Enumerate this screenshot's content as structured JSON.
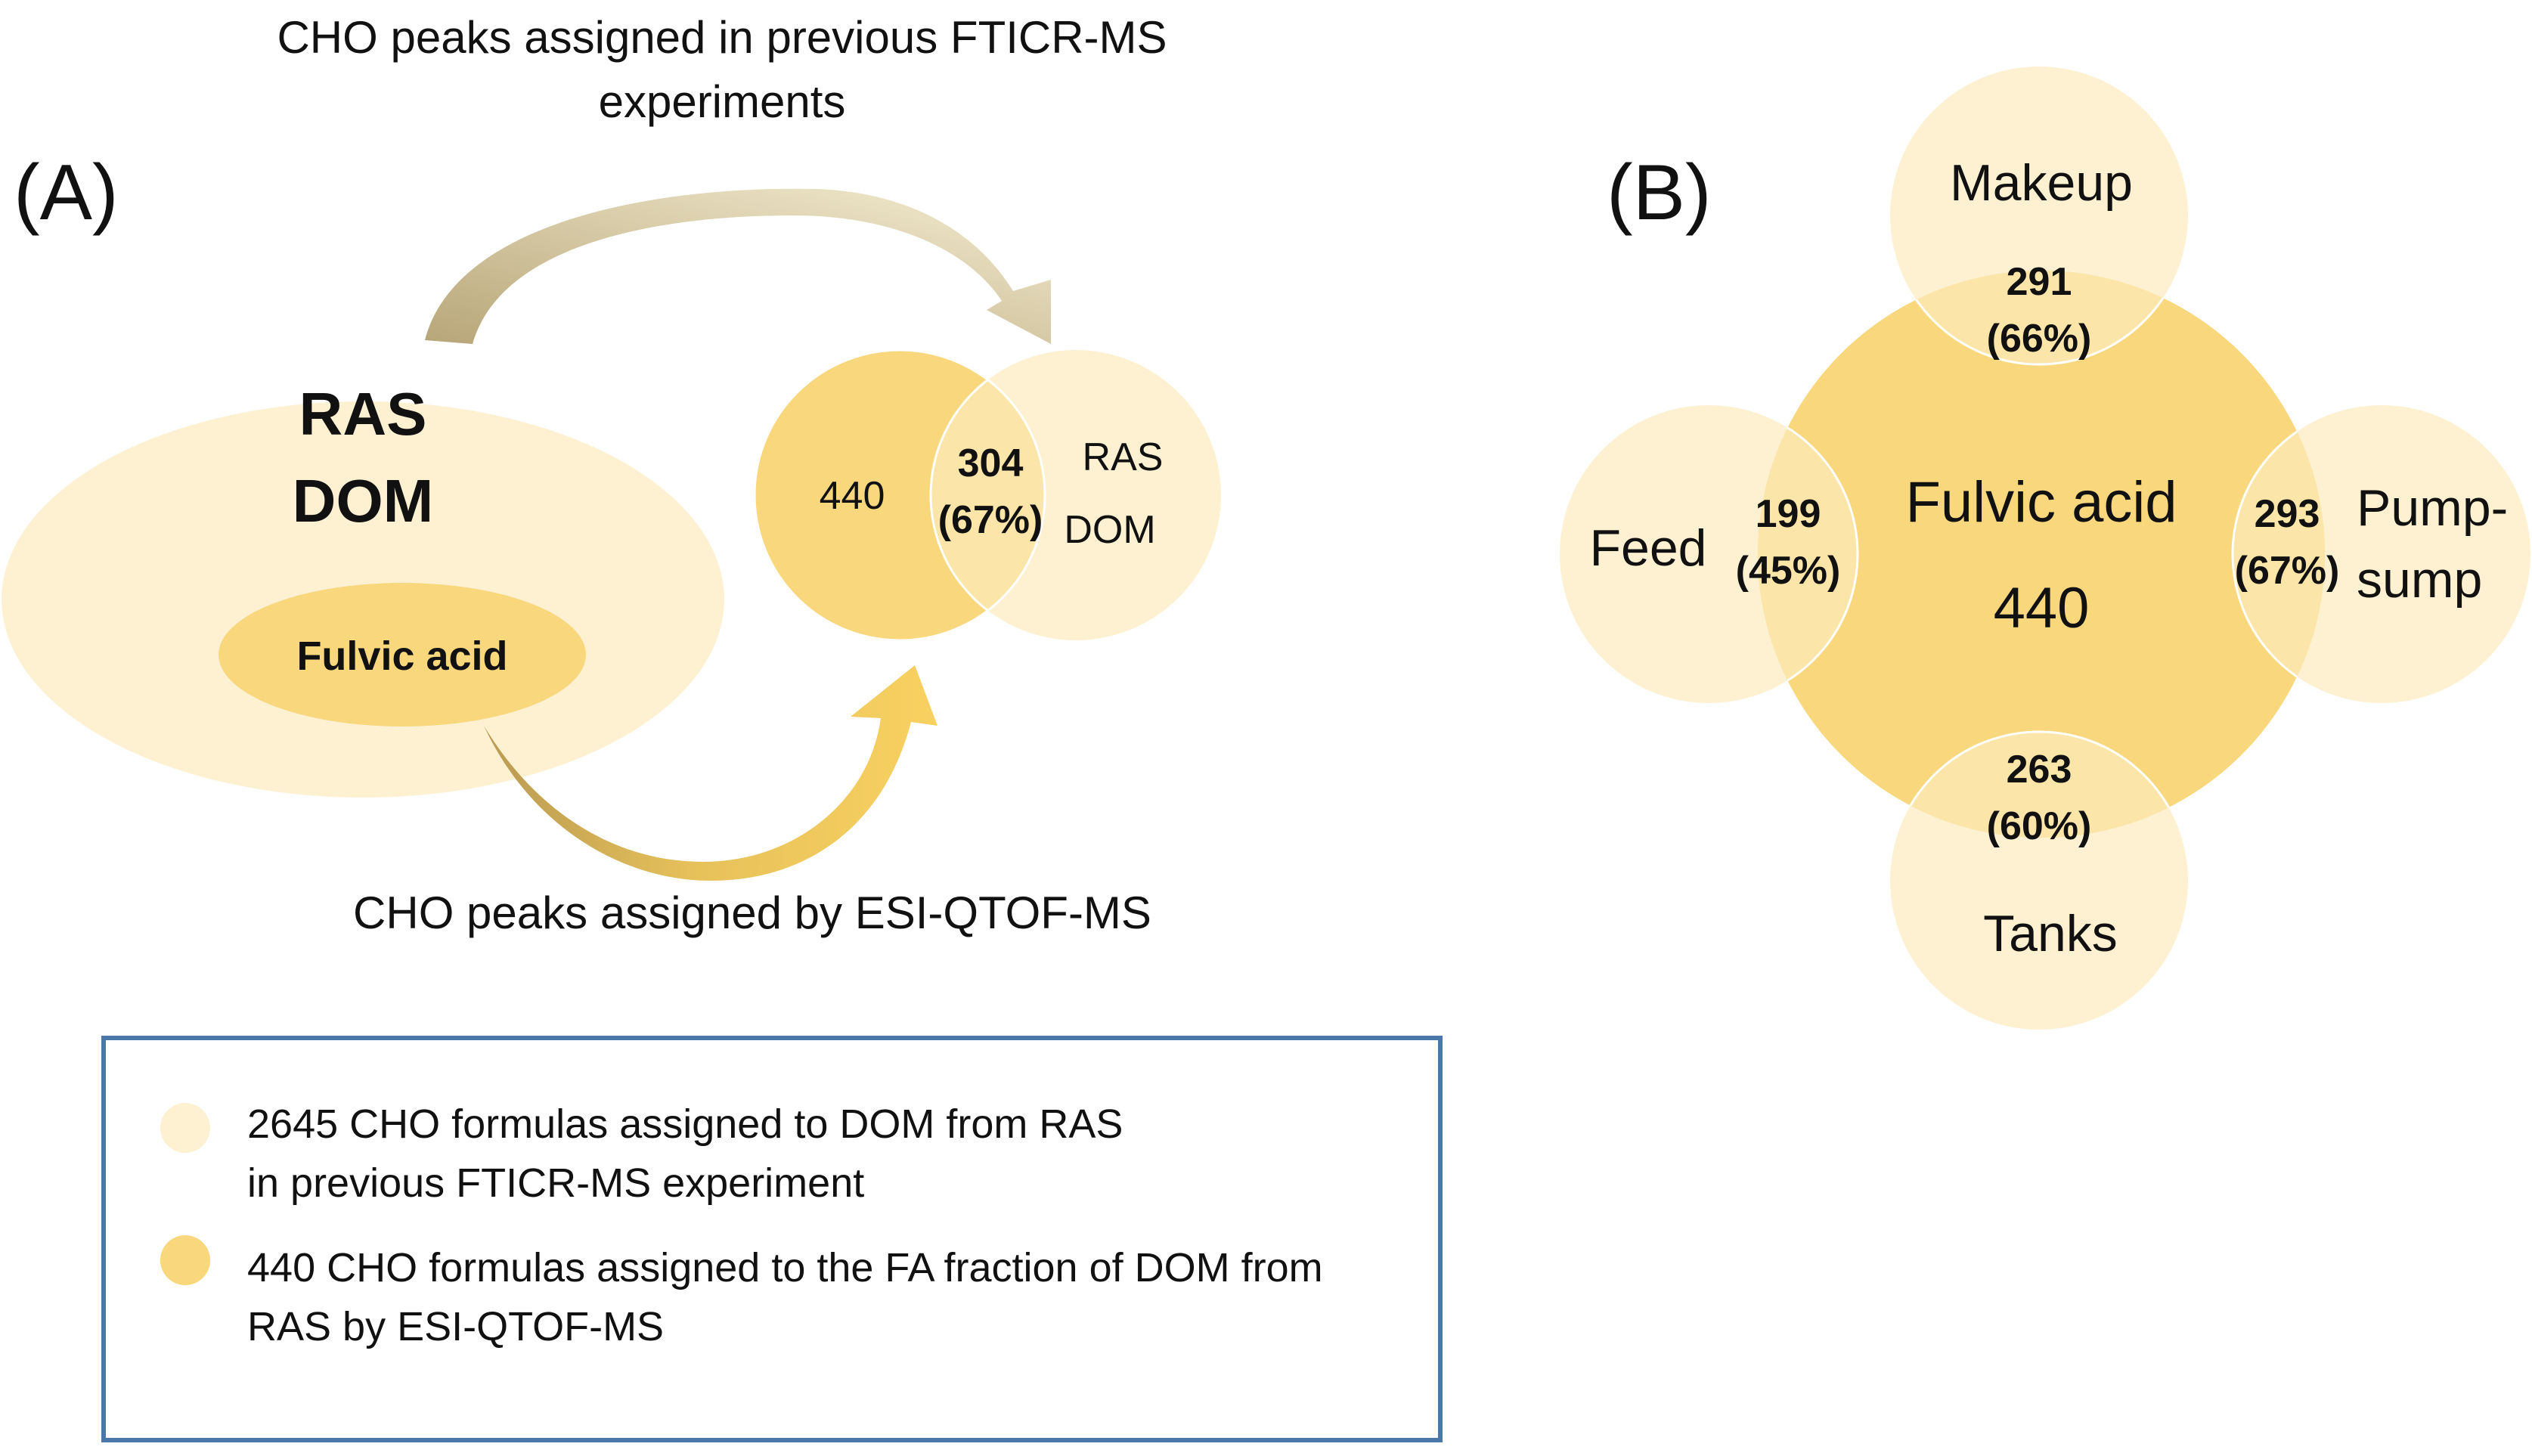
{
  "colors": {
    "light": "#FDF1D2",
    "dark": "#F8D77D",
    "medium": "#FBE5A8",
    "arrow_dark": "#F9D161",
    "arrow_grey": "#C9B98F",
    "legend_border": "#4A78A8"
  },
  "panel_a": {
    "label": "(A)",
    "top_caption_line1": "CHO peaks assigned in previous FTICR-MS",
    "top_caption_line2": "experiments",
    "bottom_caption": "CHO peaks assigned by ESI-QTOF-MS",
    "ras_line1": "RAS",
    "ras_line2": "DOM",
    "fulvic_label": "Fulvic acid",
    "venn_left_value": "440",
    "venn_overlap_value": "304",
    "venn_overlap_pct": "(67%)",
    "venn_right_line1": "RAS",
    "venn_right_line2": "DOM"
  },
  "panel_b": {
    "label": "(B)",
    "center_label": "Fulvic acid",
    "center_value": "440",
    "makeup": {
      "label": "Makeup",
      "value": "291",
      "pct": "(66%)"
    },
    "feed": {
      "label": "Feed",
      "value": "199",
      "pct": "(45%)"
    },
    "pump": {
      "label_line1": "Pump-",
      "label_line2": "sump",
      "value": "293",
      "pct": "(67%)"
    },
    "tanks": {
      "label": "Tanks",
      "value": "263",
      "pct": "(60%)"
    }
  },
  "legend": {
    "item1_line1": "2645 CHO formulas assigned to DOM from RAS",
    "item1_line2": "in previous FTICR-MS experiment",
    "item2_line1": "440 CHO formulas assigned to the FA fraction of DOM from",
    "item2_line2": "RAS by ESI-QTOF-MS"
  }
}
